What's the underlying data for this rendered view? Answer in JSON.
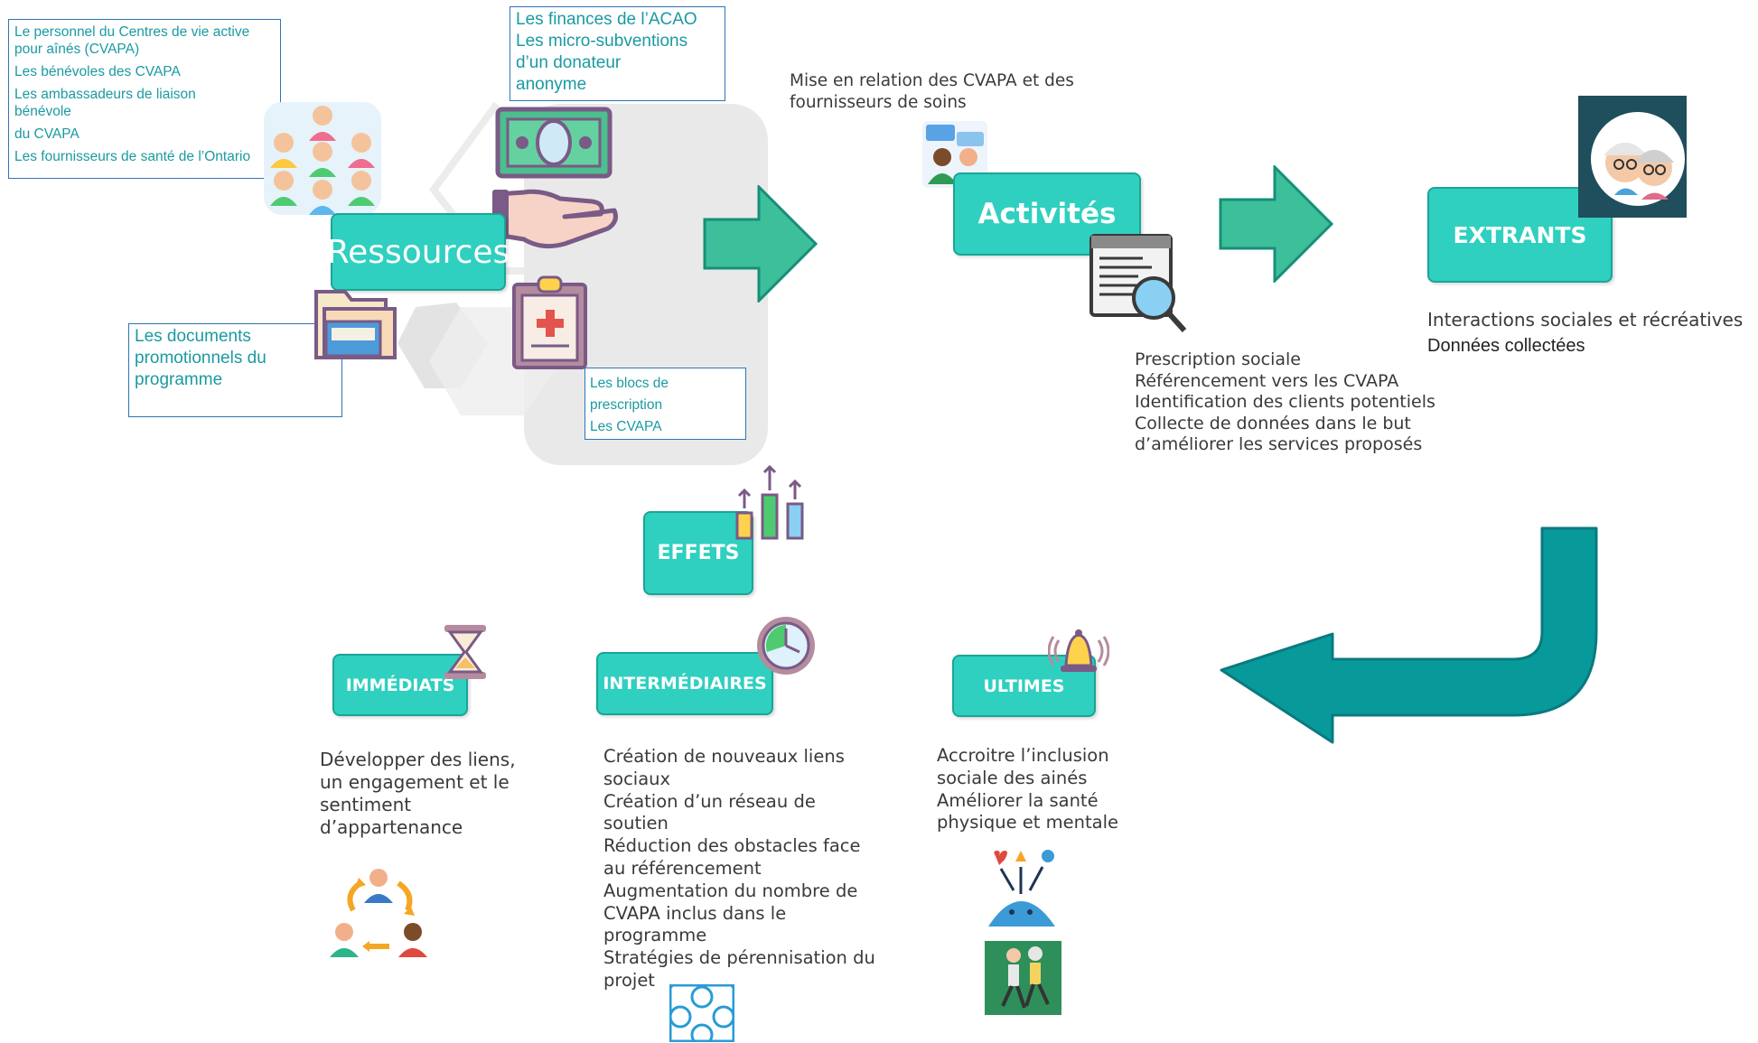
{
  "resources": {
    "label": "Ressources",
    "people_list": [
      "Le personnel du Centres de vie active",
      "pour aînés (CVAPA)",
      "Les bénévoles des CVAPA",
      "Les ambassadeurs de liaison",
      "bénévole",
      "du CVAPA",
      "Les fournisseurs de santé de l’Ontario"
    ],
    "finances": [
      "Les finances de l’ACAO",
      "Les micro-subventions",
      "d’un donateur",
      "anonyme"
    ],
    "documents": [
      "Les documents",
      "promotionnels du",
      "programme"
    ],
    "prescription": [
      "Les blocs de",
      "prescription",
      "Les CVAPA"
    ]
  },
  "activities": {
    "label": "Activités",
    "intro": [
      "Mise en relation des CVAPA et des",
      "fournisseurs de soins"
    ],
    "list": [
      "Prescription sociale",
      "Référencement vers les CVAPA",
      "Identification des clients potentiels",
      "Collecte de données dans le but",
      "d’améliorer les services proposés"
    ]
  },
  "outputs": {
    "label": "EXTRANTS",
    "line1": "Interactions sociales et récréatives",
    "line2": "Données collectées"
  },
  "effects": {
    "label": "EFFETS",
    "immediate": {
      "label": "IMMÉDIATS",
      "lines": [
        "Développer des liens,",
        "un engagement et le",
        "sentiment",
        "d’appartenance"
      ]
    },
    "intermediate": {
      "label": "INTERMÉDIAIRES",
      "lines": [
        "Création de nouveaux liens",
        "sociaux",
        "Création d’un réseau de",
        "soutien",
        "Réduction des obstacles face",
        "au référencement",
        "Augmentation du nombre de",
        "CVAPA inclus dans le",
        "programme",
        "Stratégies de pérennisation du",
        "projet"
      ]
    },
    "ultimate": {
      "label": "ULTIMES",
      "lines": [
        "Accroitre l’inclusion",
        "sociale des ainés",
        "Améliorer la santé",
        "physique et mentale"
      ]
    }
  },
  "colors": {
    "teal": "#2fd0bf",
    "teal_dark": "#1aa596",
    "arrow_green": "#3cbf9a",
    "arrow_teal": "#089a9a",
    "text_blue": "#1b9aa2"
  },
  "icons": [
    "people-group-icon",
    "money-bill-icon",
    "hand-icon",
    "folder-icon",
    "clipboard-medical-icon",
    "chat-people-icon",
    "monitor-search-icon",
    "seniors-avatar-icon",
    "growth-chart-icon",
    "hourglass-icon",
    "clock-icon",
    "bell-icon",
    "cycle-people-icon",
    "network-people-icon",
    "joy-icon",
    "running-seniors-icon"
  ]
}
